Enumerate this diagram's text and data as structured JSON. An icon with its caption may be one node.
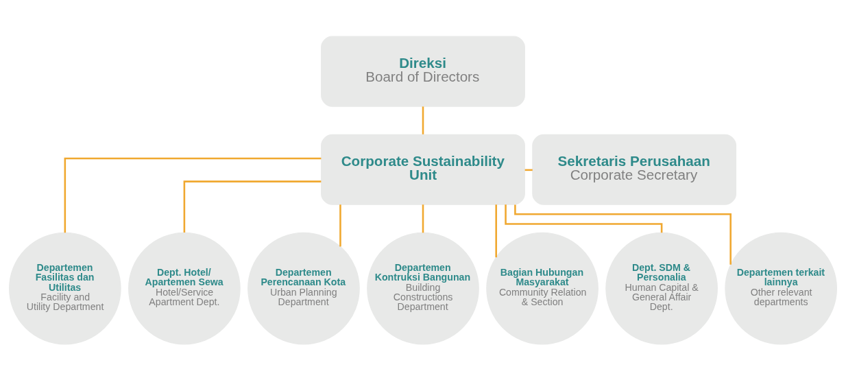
{
  "diagram": {
    "nodes": [
      {
        "text": [
          "Direksi",
          "Board of Directors"
        ]
      },
      {
        "text": [
          "Corporate Sustainability Unit"
        ]
      },
      {
        "text": [
          "Sekretaris Perusahaan",
          "Corporate Secretary"
        ]
      },
      {
        "text": [
          "Departemen Fasilitas dan Utilitas",
          "Facility and Utility Department"
        ]
      },
      {
        "text": [
          "Dept. Hotel/ Apartemen Sewa",
          "Hotel/Service Apartment Dept."
        ]
      },
      {
        "text": [
          "Departemen Perencanaan Kota",
          "Urban Planning Department"
        ]
      },
      {
        "text": [
          "Departemen Kontruksi Bangunan",
          "Building Constructions Department"
        ]
      },
      {
        "text": [
          "Bagian Hubungan Masyarakat",
          "Community Relation & Section"
        ]
      },
      {
        "text": [
          "Dept. SDM & Personalia",
          "Human Capital & General Affair Dept."
        ]
      },
      {
        "text": [
          "Departemen terkait lainnya",
          "Other relevant departments"
        ]
      }
    ],
    "edges": [
      {
        "from": 0,
        "to": 1,
        "arrow": "none"
      },
      {
        "from": 1,
        "to": 2,
        "arrow": "none"
      },
      {
        "from": 1,
        "to": 3,
        "arrow": "none"
      },
      {
        "from": 1,
        "to": 4,
        "arrow": "none"
      },
      {
        "from": 1,
        "to": 5,
        "arrow": "none"
      },
      {
        "from": 1,
        "to": 6,
        "arrow": "none"
      },
      {
        "from": 1,
        "to": 7,
        "arrow": "none"
      },
      {
        "from": 1,
        "to": 8,
        "arrow": "none"
      },
      {
        "from": 1,
        "to": 9,
        "arrow": "none"
      }
    ]
  }
}
